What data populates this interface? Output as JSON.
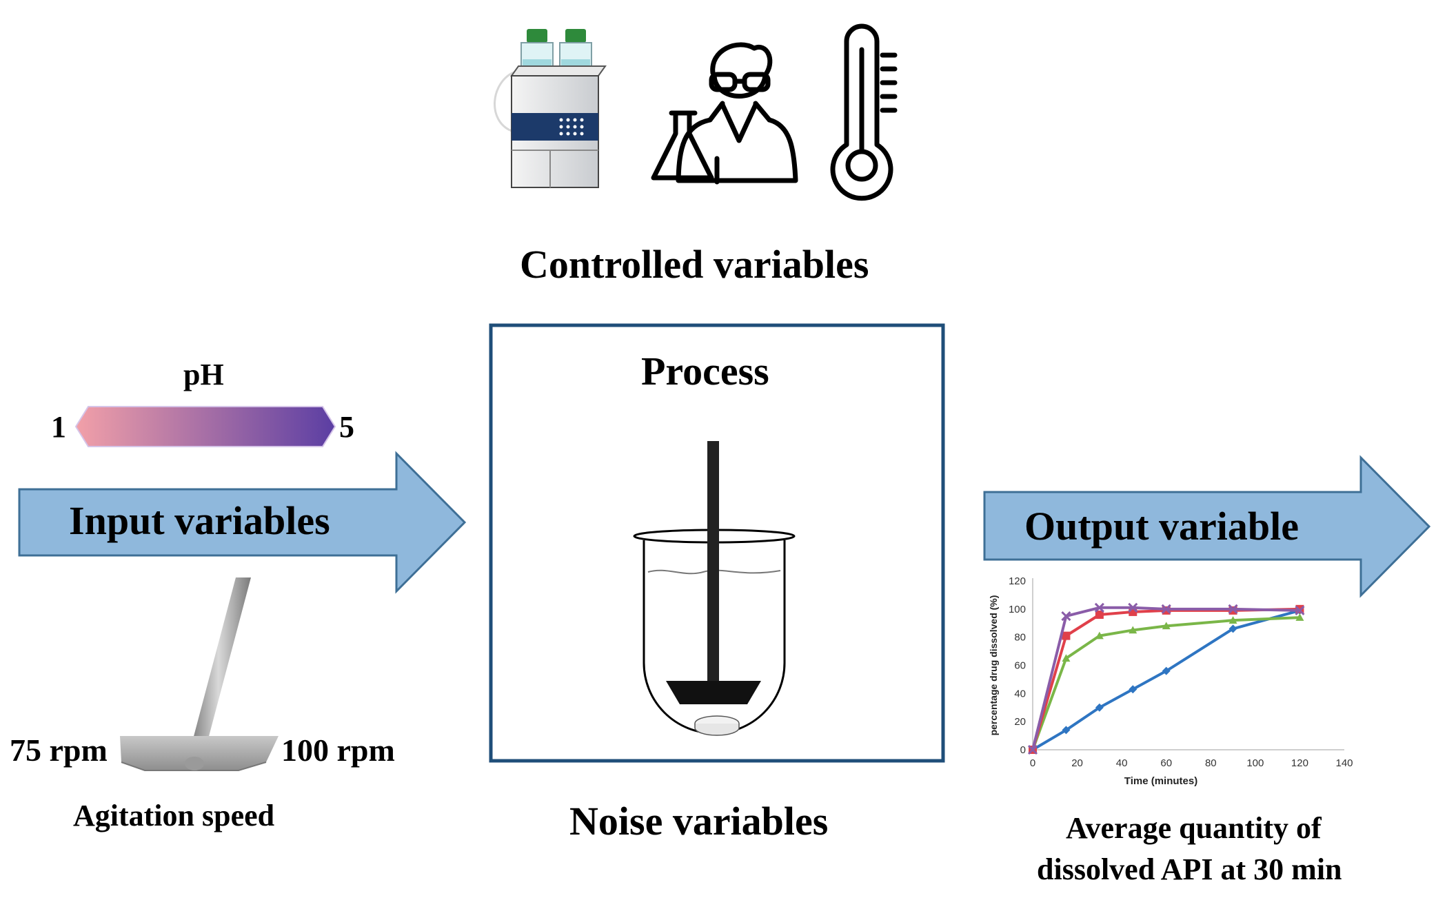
{
  "labels": {
    "controlled": "Controlled variables",
    "process": "Process",
    "noise": "Noise variables",
    "input": "Input variables",
    "output": "Output variable",
    "ph": "pH",
    "ph_min": "1",
    "ph_max": "5",
    "rpm_low": "75 rpm",
    "rpm_high": "100 rpm",
    "agitation": "Agitation speed",
    "result_line1": "Average quantity of",
    "result_line2": "dissolved API at 30 min"
  },
  "icons": [
    "hplc-instrument-icon",
    "scientist-icon",
    "flask-icon",
    "thermometer-icon",
    "beaker-paddle-icon",
    "paddle-stirrer-icon"
  ],
  "colors": {
    "arrow_fill": "#8fb8dc",
    "arrow_stroke": "#3e6f96",
    "process_border": "#1f4e79",
    "ph_start": "#f2a0a8",
    "ph_end": "#5b3ea3"
  },
  "chart_data": {
    "type": "line",
    "xlabel": "Time (minutes)",
    "ylabel": "percentage drug dissolved (%)",
    "xlim": [
      0,
      140
    ],
    "ylim": [
      0,
      120
    ],
    "xticks": [
      0,
      20,
      40,
      60,
      80,
      100,
      120,
      140
    ],
    "yticks": [
      0,
      20,
      40,
      60,
      80,
      100,
      120
    ],
    "grid": false,
    "series": [
      {
        "color": "#2e75c2",
        "marker": "diamond",
        "x": [
          0,
          15,
          30,
          45,
          60,
          90,
          120
        ],
        "y": [
          0,
          14,
          30,
          43,
          56,
          86,
          99
        ]
      },
      {
        "color": "#7ab648",
        "marker": "triangle",
        "x": [
          0,
          15,
          30,
          45,
          60,
          90,
          120
        ],
        "y": [
          0,
          65,
          81,
          85,
          88,
          92,
          94
        ]
      },
      {
        "color": "#e0404a",
        "marker": "square",
        "x": [
          0,
          15,
          30,
          45,
          60,
          90,
          120
        ],
        "y": [
          0,
          81,
          96,
          98,
          99,
          99,
          100
        ]
      },
      {
        "color": "#8a5ca8",
        "marker": "x",
        "x": [
          0,
          15,
          30,
          45,
          60,
          90,
          120
        ],
        "y": [
          0,
          95,
          101,
          101,
          100,
          100,
          99
        ]
      }
    ]
  }
}
